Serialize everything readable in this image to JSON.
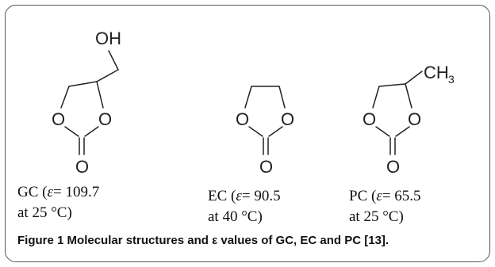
{
  "molecules": [
    {
      "name_line": "GC (",
      "epsilon_symbol": "ε",
      "value": "= 109.7",
      "condition": "at 25 °C)",
      "substituent": "OH",
      "ring_atoms": [
        "O",
        "O",
        "O"
      ]
    },
    {
      "name_line": "EC (",
      "epsilon_symbol": "ε",
      "value": "= 90.5",
      "condition": "at 40 °C)",
      "ring_atoms": [
        "O",
        "O",
        "O"
      ]
    },
    {
      "name_line": "PC (",
      "epsilon_symbol": "ε",
      "value": "= 65.5",
      "condition": "at 25 °C)",
      "substituent_main": "CH",
      "substituent_sub": "3",
      "ring_atoms": [
        "O",
        "O",
        "O"
      ]
    }
  ],
  "figure": {
    "label": "Figure 1",
    "caption": "Molecular structures and ε values of GC, EC and PC [13]."
  }
}
